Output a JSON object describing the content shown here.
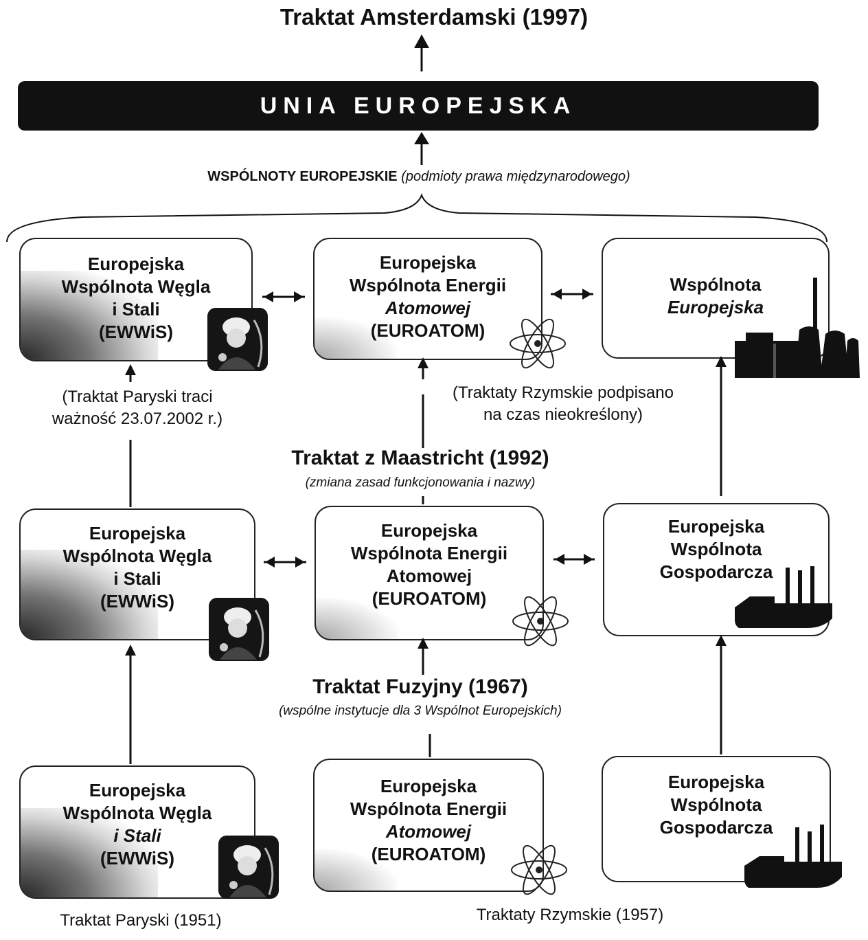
{
  "header": {
    "amsterdam": "Traktat Amsterdamski (1997)",
    "eu": "UNIA EUROPEJSKA",
    "we_bold": "WSPÓLNOTY EUROPEJSKIE",
    "we_italic": "(podmioty prawa międzynarodowego)"
  },
  "row_top": {
    "ewwis": [
      "Europejska",
      "Wspólnota Węgla",
      "i Stali",
      "(EWWiS)"
    ],
    "euroatom": [
      "Europejska",
      "Wspólnota Energii",
      "Atomowej",
      "(EUROATOM)"
    ],
    "we": [
      "Wspólnota",
      "Europejska"
    ]
  },
  "row_mid": {
    "ewwis": [
      "Europejska",
      "Wspólnota Węgla",
      "i Stali",
      "(EWWiS)"
    ],
    "euroatom": [
      "Europejska",
      "Wspólnota Energii",
      "Atomowej",
      "(EUROATOM)"
    ],
    "ewg": [
      "Europejska",
      "Wspólnota",
      "Gospodarcza"
    ]
  },
  "row_bot": {
    "ewwis": [
      "Europejska",
      "Wspólnota Węgla",
      "i Stali",
      "(EWWiS)"
    ],
    "euroatom": [
      "Europejska",
      "Wspólnota Energii",
      "Atomowej",
      "(EUROATOM)"
    ],
    "ewg": [
      "Europejska",
      "Wspólnota",
      "Gospodarcza"
    ]
  },
  "notes": {
    "paris_expiry": [
      "(Traktat Paryski traci",
      "ważność 23.07.2002 r.)"
    ],
    "rome_indef": [
      "(Traktaty Rzymskie podpisano",
      "na czas nieokreślony)"
    ]
  },
  "treaties": {
    "maastricht": "Traktat z Maastricht (1992)",
    "maastricht_sub": "(zmiana zasad funkcjonowania i nazwy)",
    "fusion": "Traktat Fuzyjny (1967)",
    "fusion_sub": "(wspólne instytucje dla 3 Wspólnot Europejskich)",
    "paris": "Traktat Paryski (1951)",
    "rome": "Traktaty Rzymskie (1957)"
  },
  "icons": {
    "worker": "miner-worker-icon",
    "atom": "atom-icon",
    "factory": "factory-icon",
    "power_plant": "power-plant-icon"
  }
}
